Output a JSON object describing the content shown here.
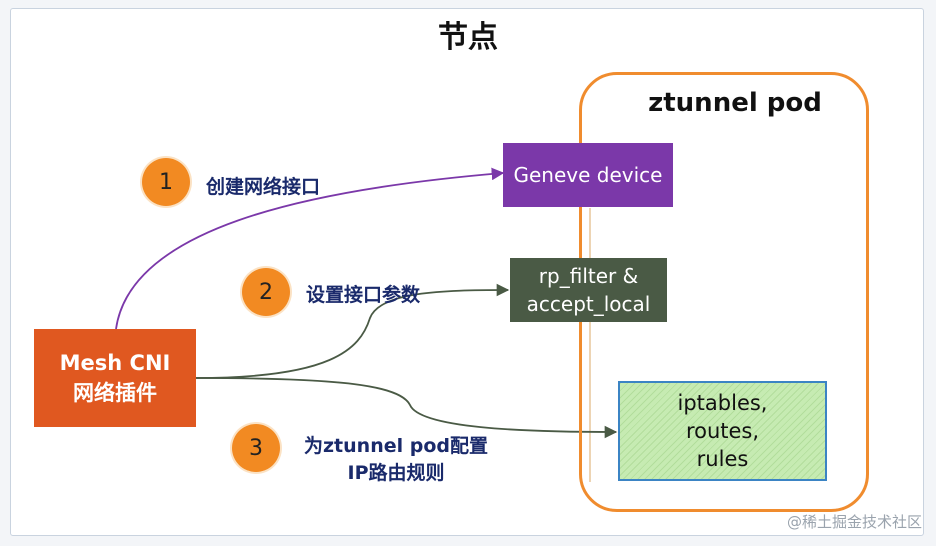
{
  "title": "节点",
  "pod": {
    "title": "ztunnel pod"
  },
  "geneve": {
    "label": "Geneve device"
  },
  "rp_filter": {
    "line1": "rp_filter &",
    "line2": "accept_local"
  },
  "iptables": {
    "line1": "iptables,",
    "line2": "routes,",
    "line3": "rules"
  },
  "cni": {
    "line1": "Mesh CNI",
    "line2": "网络插件"
  },
  "steps": [
    {
      "number": "1",
      "label": "创建网络接口"
    },
    {
      "number": "2",
      "label": "设置接口参数"
    },
    {
      "number": "3",
      "label_line1": "为ztunnel pod配置",
      "label_line2": "IP路由规则"
    }
  ],
  "watermark": "@稀土掘金技术社区",
  "colors": {
    "pod_border": "#f08c2e",
    "geneve_fill": "#7b38a9",
    "rp_filter_fill": "#4a5a45",
    "iptables_fill": "#c6ebb2",
    "iptables_border": "#3b84c4",
    "cni_fill": "#e05820",
    "badge_fill": "#f28a22",
    "step_text": "#1a2a6b",
    "arrow_1": "#7b38a9",
    "arrow_2_3": "#4a5a45"
  }
}
